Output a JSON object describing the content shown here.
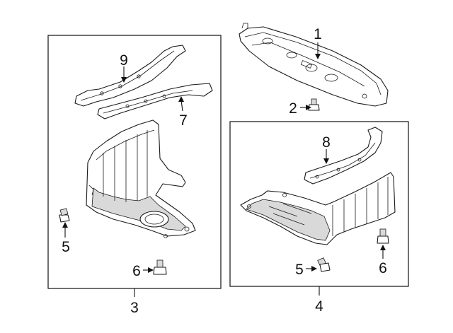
{
  "diagram": {
    "callouts": {
      "c1": "1",
      "c2": "2",
      "c3": "3",
      "c4": "4",
      "c5_left": "5",
      "c5_right": "5",
      "c6_left": "6",
      "c6_right": "6",
      "c7": "7",
      "c8": "8",
      "c9": "9"
    }
  }
}
